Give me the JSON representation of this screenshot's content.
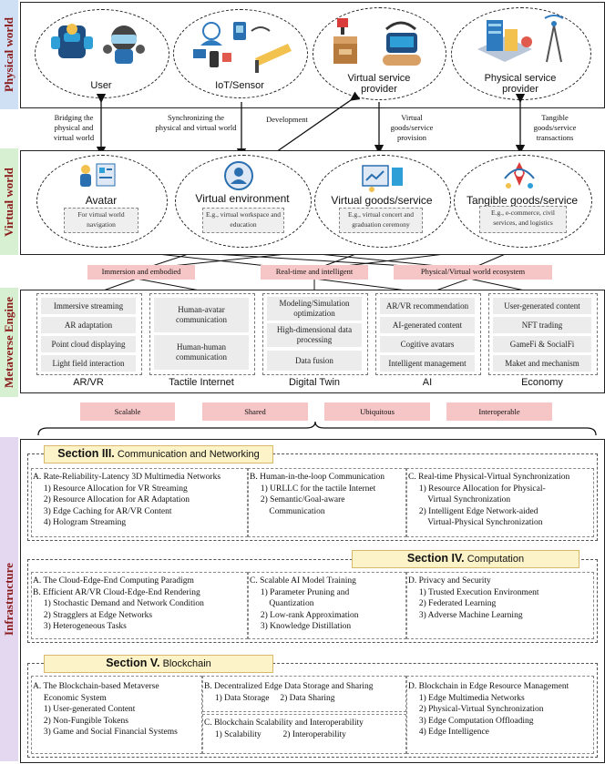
{
  "layers": {
    "physical": "Physical world",
    "virtual": "Virtual world",
    "engine": "Metaverse Engine",
    "infra": "Infrastructure"
  },
  "physical_nodes": [
    "User",
    "IoT/Sensor",
    "Virtual service provider",
    "Physical service provider"
  ],
  "edge_labels": {
    "e1": "Bridging the physical and virtual world",
    "e2": "Synchronizing the physical and virtual world",
    "e3": "Development",
    "e4": "Virtual goods/service provision",
    "e5": "Tangible goods/service transactions"
  },
  "virtual_nodes": [
    {
      "title": "Avatar",
      "note": "For virtual world navigation"
    },
    {
      "title": "Virtual environment",
      "note": "E.g., virtual workspace and education"
    },
    {
      "title": "Virtual goods/service",
      "note": "E.g., virtual concert and graduation ceremony"
    },
    {
      "title": "Tangible goods/service",
      "note": "E.g., e-commerce, civil services, and logistics"
    }
  ],
  "features": [
    "Immersion and embodied",
    "Real-time and intelligent",
    "Physical/Virtual world ecosystem"
  ],
  "engine_columns": [
    {
      "title": "AR/VR",
      "items": [
        "Immersive streaming",
        "AR adaptation",
        "Point cloud displaying",
        "Light field interaction"
      ]
    },
    {
      "title": "Tactile Internet",
      "items": [
        "Human-avatar communication",
        "Human-human communication"
      ]
    },
    {
      "title": "Digital Twin",
      "items": [
        "Modeling/Simulation optimization",
        "High-dimensional data processing",
        "Data fusion"
      ]
    },
    {
      "title": "AI",
      "items": [
        "AR/VR recommendation",
        "AI-generated content",
        "Cogitive avatars",
        "Intelligent management"
      ]
    },
    {
      "title": "Economy",
      "items": [
        "User-generated content",
        "NFT trading",
        "GameFi & SocialFi",
        "Maket and mechanism"
      ]
    }
  ],
  "properties": [
    "Scalable",
    "Shared",
    "Ubiquitous",
    "Interoperable"
  ],
  "sections": [
    {
      "tag_bold": "Section III.",
      "tag_rest": " Communication and Networking",
      "boxes": [
        "A. Rate-Reliability-Latency 3D Multimedia Networks\n     1) Resource Allocation for VR Streaming\n     2) Resource Allocation for AR Adaptation\n     3) Edge Caching for AR/VR Content\n     4) Hologram Streaming",
        "B. Human-in-the-loop Communication\n     1) URLLC for the tactile Internet\n     2) Semantic/Goal-aware\n         Communication",
        "C. Real-time Physical-Virtual Synchronization\n     1) Resource Allocation for Physical-\n         Virtual Synchronization\n     2) Intelligent Edge Network-aided\n         Virtual-Physical Synchronization"
      ]
    },
    {
      "tag_bold": "Section IV.",
      "tag_rest": " Computation",
      "boxes": [
        "A. The Cloud-Edge-End Computing Paradigm\nB. Efficient AR/VR Cloud-Edge-End Rendering\n     1) Stochastic Demand and Network Condition\n     2) Stragglers at Edge Networks\n     3) Heterogeneous Tasks",
        "C. Scalable AI Model Training\n     1) Parameter Pruning and\n         Quantization\n     2) Low-rank Approximation\n     3) Knowledge Distillation",
        "D. Privacy and Security\n     1) Trusted Execution Environment\n     2) Federated Learning\n     3) Adverse Machine Learning"
      ]
    },
    {
      "tag_bold": "Section V.",
      "tag_rest": " Blockchain",
      "boxes": [
        "A. The Blockchain-based Metaverse\n     Economic System\n     1) User-generated Content\n     2) Non-Fungible Tokens\n     3) Game and Social Financial Systems",
        "B. Decentralized Edge Data Storage and Sharing\n     1) Data Storage     2) Data Sharing",
        "C. Blockchain Scalability and Interoperability\n     1) Scalability          2) Interoperability",
        "D. Blockchain in Edge Resource Management\n     1) Edge Multimedia Networks\n     2) Physical-Virtual Synchronization\n     3) Edge Computation Offloading\n     4) Edge Intelligence"
      ]
    }
  ]
}
